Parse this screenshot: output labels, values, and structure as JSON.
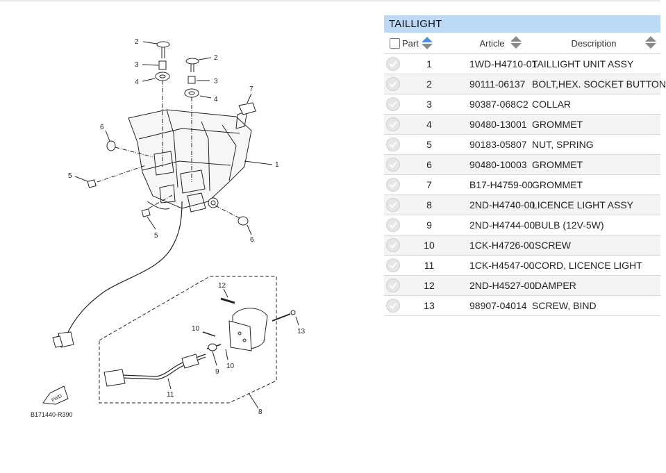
{
  "diagram": {
    "code": "B171440-R390",
    "fwd_label": "FWD",
    "callouts": [
      "1",
      "2",
      "2",
      "3",
      "3",
      "4",
      "4",
      "5",
      "5",
      "6",
      "6",
      "7",
      "8",
      "9",
      "10",
      "10",
      "11",
      "12",
      "13"
    ]
  },
  "table": {
    "title": "TAILLIGHT",
    "headers": {
      "part": "Part",
      "article": "Article",
      "description": "Description"
    },
    "rows": [
      {
        "part": "1",
        "article": "1WD-H4710-01",
        "description": "TAILLIGHT UNIT ASSY"
      },
      {
        "part": "2",
        "article": "90111-06137",
        "description": "BOLT,HEX. SOCKET BUTTON"
      },
      {
        "part": "3",
        "article": "90387-068C2",
        "description": "COLLAR"
      },
      {
        "part": "4",
        "article": "90480-13001",
        "description": "GROMMET"
      },
      {
        "part": "5",
        "article": "90183-05807",
        "description": "NUT, SPRING"
      },
      {
        "part": "6",
        "article": "90480-10003",
        "description": "GROMMET"
      },
      {
        "part": "7",
        "article": "B17-H4759-00",
        "description": "GROMMET"
      },
      {
        "part": "8",
        "article": "2ND-H4740-00",
        "description": "LICENCE LIGHT ASSY"
      },
      {
        "part": "9",
        "article": "2ND-H4744-00",
        "description": ".BULB (12V-5W)"
      },
      {
        "part": "10",
        "article": "1CK-H4726-00",
        "description": ".SCREW"
      },
      {
        "part": "11",
        "article": "1CK-H4547-00",
        "description": ".CORD, LICENCE LIGHT"
      },
      {
        "part": "12",
        "article": "2ND-H4527-00",
        "description": ".DAMPER"
      },
      {
        "part": "13",
        "article": "98907-04014",
        "description": "SCREW, BIND"
      }
    ]
  },
  "colors": {
    "header_bg": "#bcdaf5",
    "sort_active": "#4a90d9",
    "row_alt": "#f4f4f4"
  }
}
